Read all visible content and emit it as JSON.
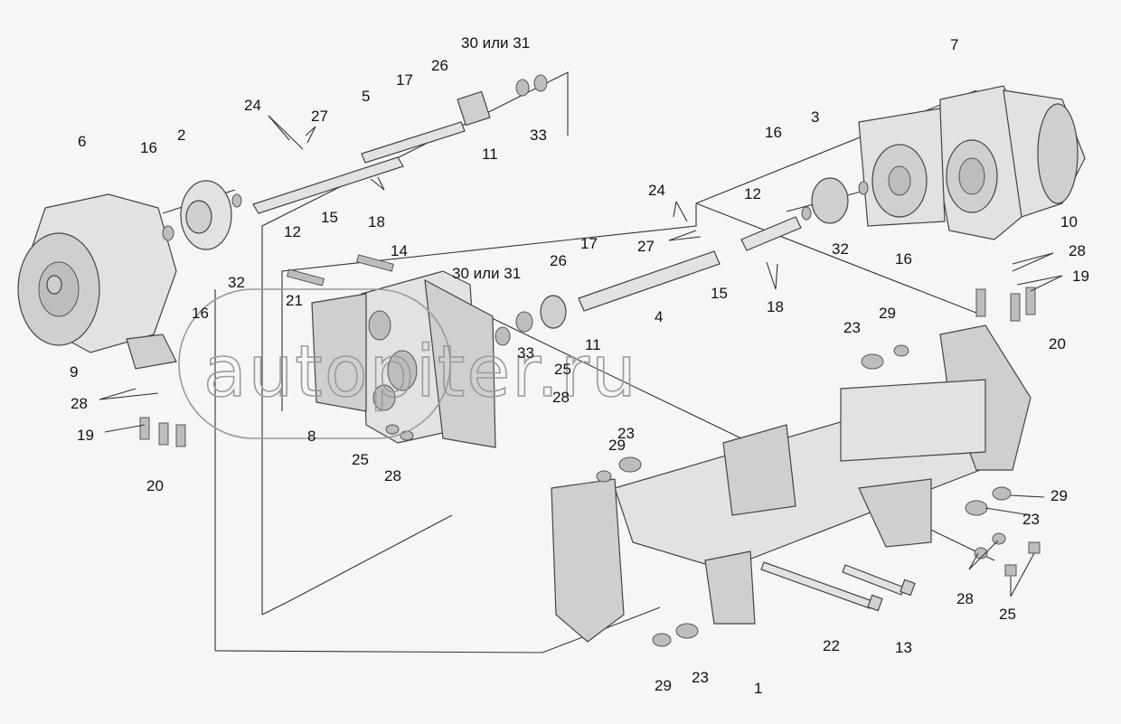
{
  "watermark": "autopiter.ru",
  "callouts": [
    {
      "id": "c6",
      "text": "6"
    },
    {
      "id": "c16a",
      "text": "16"
    },
    {
      "id": "c2",
      "text": "2"
    },
    {
      "id": "c24a",
      "text": "24"
    },
    {
      "id": "c27a",
      "text": "27"
    },
    {
      "id": "c5",
      "text": "5"
    },
    {
      "id": "c17a",
      "text": "17"
    },
    {
      "id": "c26a",
      "text": "26"
    },
    {
      "id": "c3031a",
      "text": "30 или 31"
    },
    {
      "id": "c33a",
      "text": "33"
    },
    {
      "id": "c11a",
      "text": "11"
    },
    {
      "id": "c15a",
      "text": "15"
    },
    {
      "id": "c18a",
      "text": "18"
    },
    {
      "id": "c12a",
      "text": "12"
    },
    {
      "id": "c32a",
      "text": "32"
    },
    {
      "id": "c16b",
      "text": "16"
    },
    {
      "id": "c14",
      "text": "14"
    },
    {
      "id": "c21",
      "text": "21"
    },
    {
      "id": "c9",
      "text": "9"
    },
    {
      "id": "c28a",
      "text": "28"
    },
    {
      "id": "c19a",
      "text": "19"
    },
    {
      "id": "c20a",
      "text": "20"
    },
    {
      "id": "c8",
      "text": "8"
    },
    {
      "id": "c25a",
      "text": "25"
    },
    {
      "id": "c28b",
      "text": "28"
    },
    {
      "id": "c3031b",
      "text": "30 или 31"
    },
    {
      "id": "c26b",
      "text": "26"
    },
    {
      "id": "c17b",
      "text": "17"
    },
    {
      "id": "c33b",
      "text": "33"
    },
    {
      "id": "c11b",
      "text": "11"
    },
    {
      "id": "c25b",
      "text": "25"
    },
    {
      "id": "c28c",
      "text": "28"
    },
    {
      "id": "c4",
      "text": "4"
    },
    {
      "id": "c24b",
      "text": "24"
    },
    {
      "id": "c27b",
      "text": "27"
    },
    {
      "id": "c12b",
      "text": "12"
    },
    {
      "id": "c15b",
      "text": "15"
    },
    {
      "id": "c18b",
      "text": "18"
    },
    {
      "id": "c16c",
      "text": "16"
    },
    {
      "id": "c3",
      "text": "3"
    },
    {
      "id": "c32b",
      "text": "32"
    },
    {
      "id": "c16d",
      "text": "16"
    },
    {
      "id": "c7",
      "text": "7"
    },
    {
      "id": "c10",
      "text": "10"
    },
    {
      "id": "c28d",
      "text": "28"
    },
    {
      "id": "c19b",
      "text": "19"
    },
    {
      "id": "c20b",
      "text": "20"
    },
    {
      "id": "c29a",
      "text": "29"
    },
    {
      "id": "c23a",
      "text": "23"
    },
    {
      "id": "c29b",
      "text": "29"
    },
    {
      "id": "c23b",
      "text": "23"
    },
    {
      "id": "c29c",
      "text": "29"
    },
    {
      "id": "c23c",
      "text": "23"
    },
    {
      "id": "c28e",
      "text": "28"
    },
    {
      "id": "c25c",
      "text": "25"
    },
    {
      "id": "c22",
      "text": "22"
    },
    {
      "id": "c13",
      "text": "13"
    },
    {
      "id": "c1",
      "text": "1"
    },
    {
      "id": "c29d",
      "text": "29"
    },
    {
      "id": "c23d",
      "text": "23"
    }
  ]
}
